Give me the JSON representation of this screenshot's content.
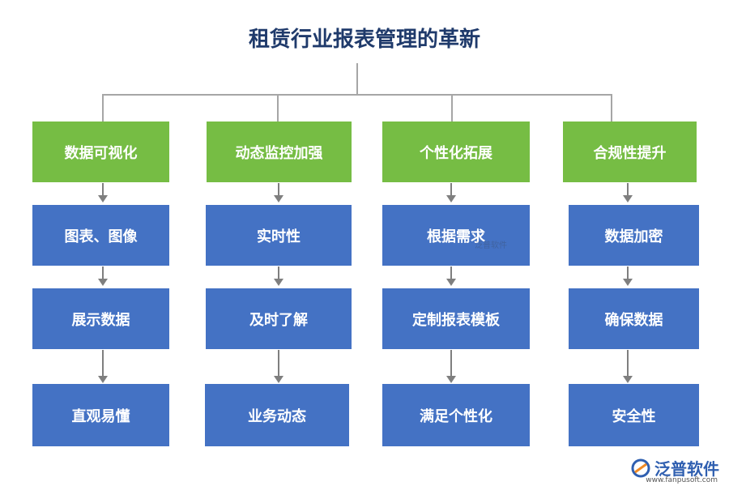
{
  "title": "租赁行业报表管理的革新",
  "columns": [
    {
      "header": "数据可视化",
      "items": [
        "图表、图像",
        "展示数据",
        "直观易懂"
      ]
    },
    {
      "header": "动态监控加强",
      "items": [
        "实时性",
        "及时了解",
        "业务动态"
      ]
    },
    {
      "header": "个性化拓展",
      "items": [
        "根据需求",
        "定制报表模板",
        "满足个性化"
      ]
    },
    {
      "header": "合规性提升",
      "items": [
        "数据加密",
        "确保数据",
        "安全性"
      ]
    }
  ],
  "colors": {
    "header": "#76bd44",
    "item": "#4472c4",
    "title": "#1f3a6b",
    "connector": "#a6a6a6"
  },
  "logo": {
    "text": "泛普软件",
    "url": "www.fanpusoft.com"
  },
  "watermark": {
    "text": "泛普软件"
  }
}
